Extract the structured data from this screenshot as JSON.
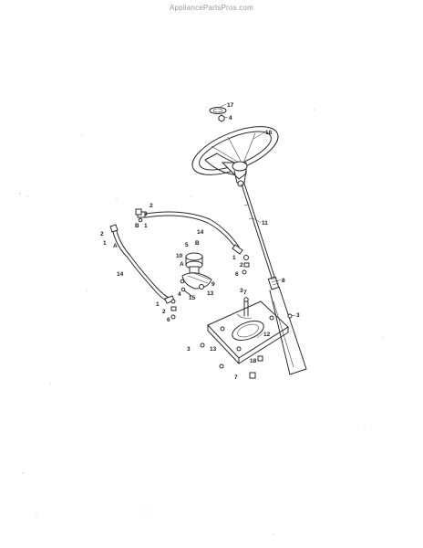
{
  "watermark": "AppliancePartsPros.com",
  "callouts": {
    "c17": "17",
    "c4": "4",
    "c16": "16",
    "c11": "11",
    "c8": "8",
    "c2a": "2",
    "c3a": "3",
    "c1a": "1",
    "cBa": "B",
    "c2b": "2",
    "c1b": "1",
    "cAa": "A",
    "c14a": "14",
    "c14b": "14",
    "c5": "5",
    "cBb": "B",
    "c10": "10",
    "cAb": "A",
    "c9": "9",
    "c13a": "13",
    "c4b": "4",
    "c1c": "1",
    "c2c": "2",
    "c6a": "6",
    "c1d": "1",
    "c2d": "2",
    "c6b": "6",
    "c15": "15",
    "c3b": "3",
    "c12": "12",
    "c7a": "7",
    "c13b": "13",
    "c3c": "3",
    "c18": "18",
    "c7b": "7"
  }
}
